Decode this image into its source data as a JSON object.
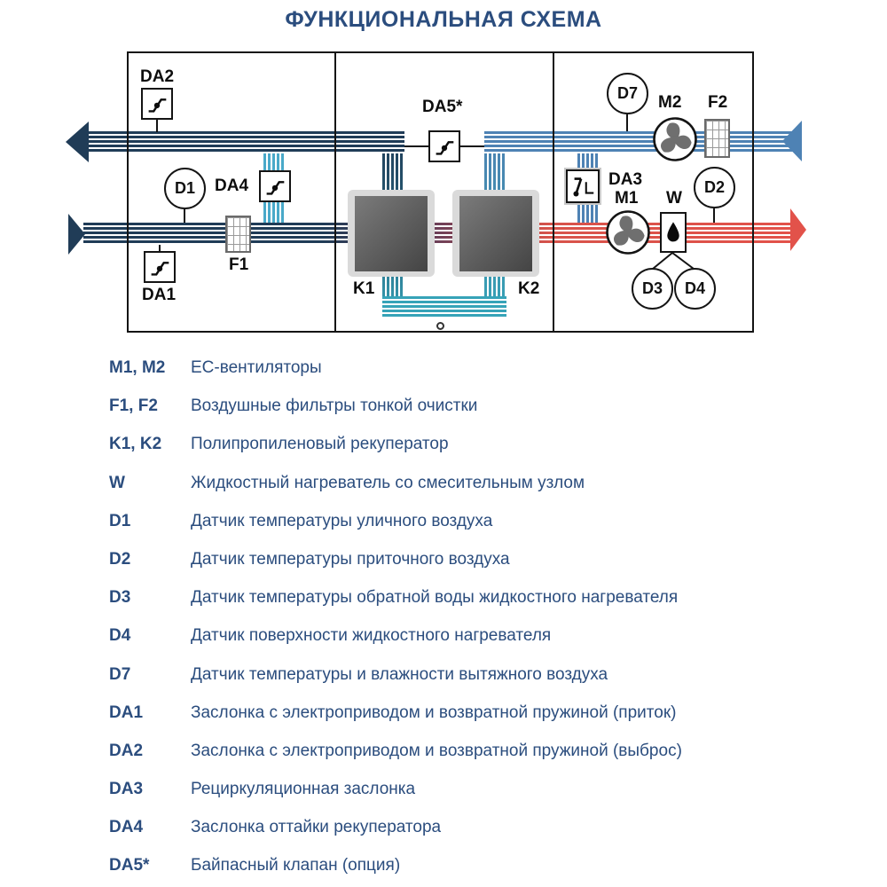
{
  "title": "ФУНКЦИОНАЛЬНАЯ СХЕМА",
  "colors": {
    "navy-text": "#2b4d7e",
    "duct-dark": "#203c57",
    "duct-blue": "#4e82b4",
    "duct-red": "#e2524a",
    "duct-teal": "#36a3b8",
    "duct-teal-light": "#49a9c9",
    "fan-blade": "#6f6f6f",
    "line": "#141414"
  },
  "diagram": {
    "labels": {
      "da1": "DA1",
      "da2": "DA2",
      "da3": "DA3",
      "da4": "DA4",
      "da5": "DA5*",
      "d1": "D1",
      "d2": "D2",
      "d3": "D3",
      "d4": "D4",
      "d7": "D7",
      "f1": "F1",
      "f2": "F2",
      "k1": "K1",
      "k2": "K2",
      "m1": "M1",
      "m2": "M2",
      "w": "W"
    }
  },
  "legend": {
    "rows": [
      {
        "key": "M1, M2",
        "desc": "EC-вентиляторы"
      },
      {
        "key": "F1, F2",
        "desc": "Воздушные фильтры тонкой очистки"
      },
      {
        "key": "K1, K2",
        "desc": "Полипропиленовый рекуператор"
      },
      {
        "key": "W",
        "desc": "Жидкостный нагреватель со смесительным узлом"
      },
      {
        "key": "D1",
        "desc": "Датчик температуры уличного воздуха"
      },
      {
        "key": "D2",
        "desc": "Датчик температуры приточного воздуха"
      },
      {
        "key": "D3",
        "desc": "Датчик температуры обратной воды жидкостного нагревателя"
      },
      {
        "key": "D4",
        "desc": "Датчик поверхности жидкостного нагревателя"
      },
      {
        "key": "D7",
        "desc": "Датчик температуры и влажности вытяжного воздуха"
      },
      {
        "key": "DA1",
        "desc": "Заслонка с электроприводом и возвратной пружиной (приток)"
      },
      {
        "key": "DA2",
        "desc": "Заслонка с электроприводом и возвратной пружиной (выброс)"
      },
      {
        "key": "DA3",
        "desc": "Рециркуляционная заслонка"
      },
      {
        "key": "DA4",
        "desc": "Заслонка оттайки рекуператора"
      },
      {
        "key": "DA5*",
        "desc": "Байпасный клапан (опция)"
      }
    ]
  }
}
